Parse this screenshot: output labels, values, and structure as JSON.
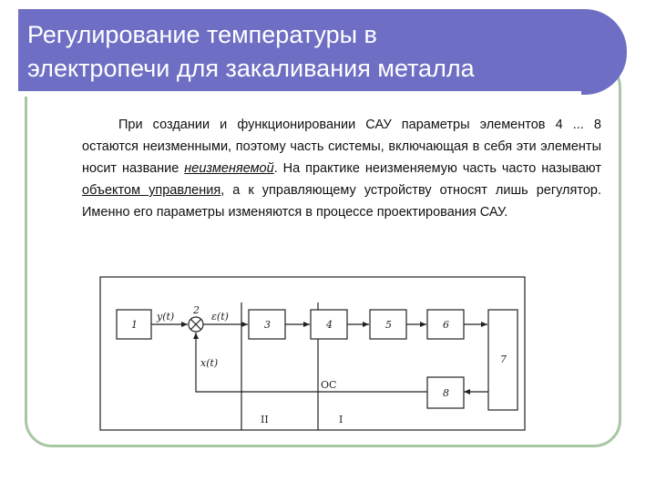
{
  "slide": {
    "title_line1": "Регулирование температуры в",
    "title_line2": "электропечи для закаливания металла",
    "paragraph": {
      "p1": "При создании и функционировании САУ параметры элементов 4 ... 8 остаются неизменными, поэтому часть системы, включающая в себя эти элементы носит название ",
      "term1": "неизменяемой",
      "p2": ". На практике неизменяемую часть часто называют ",
      "term2": "объектом управления",
      "p3": ", а к управляющему устройству относят лишь регулятор. Именно его параметры изменяются в процессе проектирования САУ."
    }
  },
  "diagram": {
    "blocks": {
      "b1": "1",
      "b3": "3",
      "b4": "4",
      "b5": "5",
      "b6": "6",
      "b7": "7",
      "b8": "8"
    },
    "summer_label": "2",
    "signals": {
      "y": "y(t)",
      "e": "ε(t)",
      "x": "x(t)"
    },
    "feedback_label": "ОС",
    "zones": {
      "left": "II",
      "right": "I"
    }
  }
}
